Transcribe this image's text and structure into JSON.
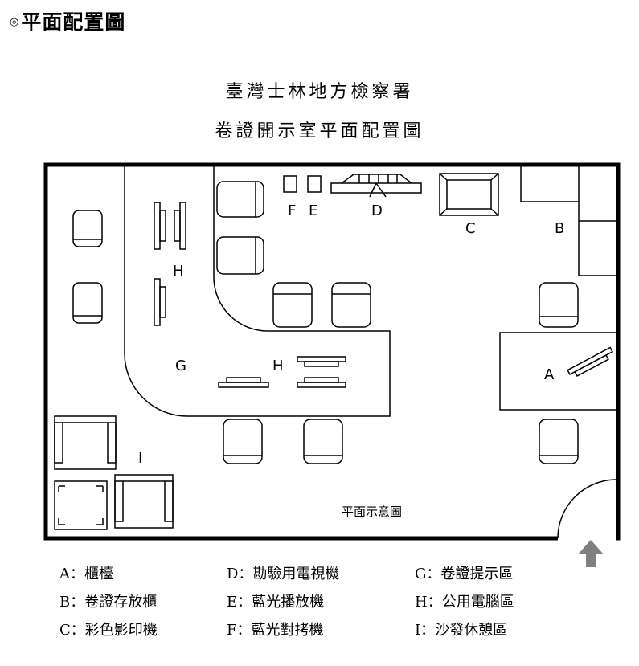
{
  "heading": {
    "mark": "◎",
    "text": "平面配置圖"
  },
  "title_line1": "臺灣士林地方檢察署",
  "title_line2": "卷證開示室平面配置圖",
  "plan_labels": {
    "a": "A",
    "b": "B",
    "c": "C",
    "d": "D",
    "e": "E",
    "f": "F",
    "g": "G",
    "h1": "H",
    "h2": "H",
    "i": "I",
    "center": "平面示意圖"
  },
  "legend": {
    "a": "A：櫃檯",
    "b": "B：卷證存放櫃",
    "c": "C：彩色影印機",
    "d": "D：勘驗用電視機",
    "e": "E：藍光播放機",
    "f": "F：藍光對拷機",
    "g": "G：卷證提示區",
    "h": "H：公用電腦區",
    "i": "I：沙發休憩區"
  },
  "icons": {
    "entrance": "up-arrow-icon"
  },
  "colors": {
    "line": "#000000",
    "arrow": "#808080"
  }
}
